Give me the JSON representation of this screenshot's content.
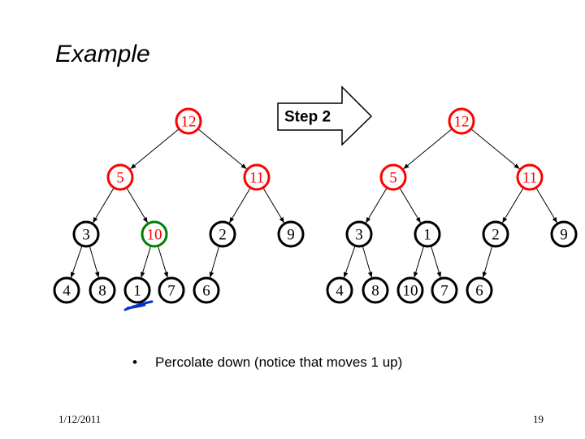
{
  "slide": {
    "title": "Example",
    "bullet": "Percolate down (notice that moves 1 up)",
    "date": "1/12/2011",
    "page_number": "19"
  },
  "arrow": {
    "label": "Step 2"
  },
  "colors": {
    "red": "#ff0000",
    "green": "#008000",
    "black": "#000000",
    "pen": "#0033cc"
  },
  "trees": [
    {
      "name": "before",
      "nodes": [
        {
          "id": "n12",
          "label": "12",
          "color": "red"
        },
        {
          "id": "n5",
          "label": "5",
          "color": "red"
        },
        {
          "id": "n11",
          "label": "11",
          "color": "red"
        },
        {
          "id": "n3",
          "label": "3",
          "color": "black"
        },
        {
          "id": "n10",
          "label": "10",
          "color": "red",
          "ring": "green"
        },
        {
          "id": "n2",
          "label": "2",
          "color": "black"
        },
        {
          "id": "n9",
          "label": "9",
          "color": "black"
        },
        {
          "id": "n4",
          "label": "4",
          "color": "black"
        },
        {
          "id": "n8",
          "label": "8",
          "color": "black"
        },
        {
          "id": "n1",
          "label": "1",
          "color": "black"
        },
        {
          "id": "n7",
          "label": "7",
          "color": "black"
        },
        {
          "id": "n6",
          "label": "6",
          "color": "black"
        }
      ],
      "edges": [
        [
          "n12",
          "n5"
        ],
        [
          "n12",
          "n11"
        ],
        [
          "n5",
          "n3"
        ],
        [
          "n5",
          "n10"
        ],
        [
          "n11",
          "n2"
        ],
        [
          "n11",
          "n9"
        ],
        [
          "n3",
          "n4"
        ],
        [
          "n3",
          "n8"
        ],
        [
          "n10",
          "n1"
        ],
        [
          "n10",
          "n7"
        ],
        [
          "n2",
          "n6"
        ]
      ]
    },
    {
      "name": "after",
      "nodes": [
        {
          "id": "m12",
          "label": "12",
          "color": "red"
        },
        {
          "id": "m5",
          "label": "5",
          "color": "red"
        },
        {
          "id": "m11",
          "label": "11",
          "color": "red"
        },
        {
          "id": "m3",
          "label": "3",
          "color": "black"
        },
        {
          "id": "m1",
          "label": "1",
          "color": "black"
        },
        {
          "id": "m2",
          "label": "2",
          "color": "black"
        },
        {
          "id": "m9",
          "label": "9",
          "color": "black"
        },
        {
          "id": "m4",
          "label": "4",
          "color": "black"
        },
        {
          "id": "m8",
          "label": "8",
          "color": "black"
        },
        {
          "id": "m10",
          "label": "10",
          "color": "black"
        },
        {
          "id": "m7",
          "label": "7",
          "color": "black"
        },
        {
          "id": "m6",
          "label": "6",
          "color": "black"
        }
      ],
      "edges": [
        [
          "m12",
          "m5"
        ],
        [
          "m12",
          "m11"
        ],
        [
          "m5",
          "m3"
        ],
        [
          "m5",
          "m1"
        ],
        [
          "m11",
          "m2"
        ],
        [
          "m11",
          "m9"
        ],
        [
          "m3",
          "m4"
        ],
        [
          "m3",
          "m8"
        ],
        [
          "m1",
          "m10"
        ],
        [
          "m1",
          "m7"
        ],
        [
          "m2",
          "m6"
        ]
      ]
    }
  ]
}
